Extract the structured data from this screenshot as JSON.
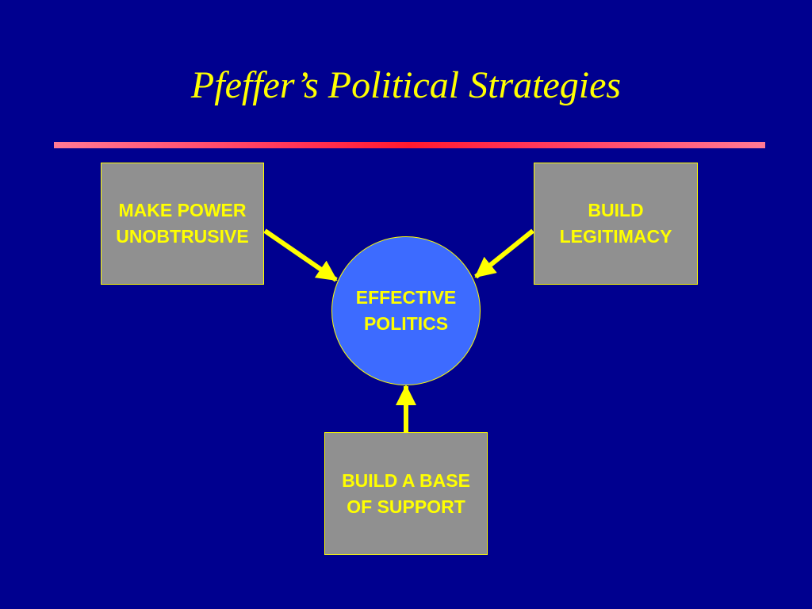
{
  "slide": {
    "title": "Pfeffer’s Political Strategies"
  },
  "diagram": {
    "hub": {
      "line1": "EFFECTIVE",
      "line2": "POLITICS"
    },
    "nodes": {
      "make_power_unobtrusive": {
        "line1": "MAKE POWER",
        "line2": "UNOBTRUSIVE"
      },
      "build_legitimacy": {
        "line1": "BUILD",
        "line2": "LEGITIMACY"
      },
      "build_base_of_support": {
        "line1": "BUILD A BASE",
        "line2": "OF SUPPORT"
      }
    }
  },
  "colors": {
    "background": "#00008f",
    "text": "#ffff00",
    "box_fill": "#909090",
    "hub_fill": "#3d6bff",
    "arrow": "#ffff00",
    "rule": "#ff1a2e"
  }
}
